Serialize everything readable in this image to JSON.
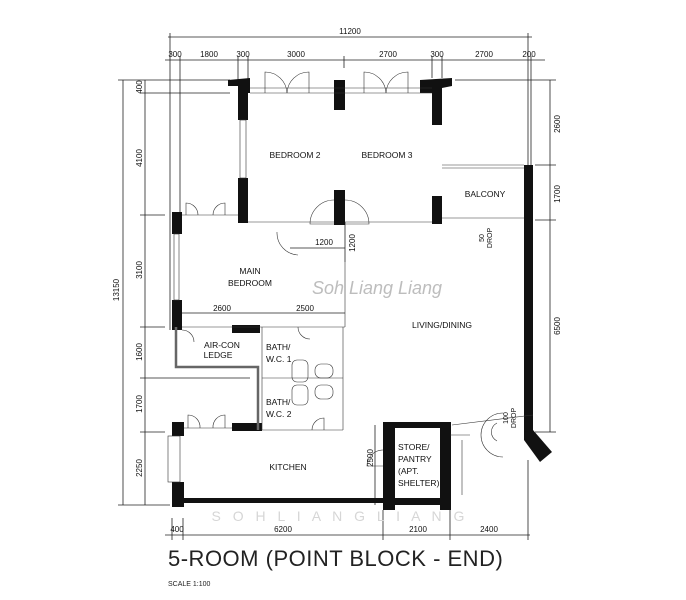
{
  "title": "5-ROOM (POINT BLOCK - END)",
  "scale": "SCALE  1:100",
  "watermark": {
    "main": "Soh Liang Liang",
    "spaced": "S O H     L I A N G     L I A N G"
  },
  "dimensions": {
    "overall_width": "11200",
    "top": [
      "300",
      "1800",
      "300",
      "3000",
      "2700",
      "300",
      "2700",
      "200"
    ],
    "overall_height": "13150",
    "left": [
      "400",
      "4100",
      "3100",
      "1600",
      "1700",
      "2250"
    ],
    "right": [
      "2600",
      "1700",
      "6500"
    ],
    "bottom": [
      "400",
      "6200",
      "2100",
      "2400"
    ],
    "interior": {
      "door_w": "1200",
      "door_h": "1200",
      "mb_left": "2600",
      "mb_right": "2500",
      "store": "2500"
    }
  },
  "rooms": {
    "bedroom2": "BEDROOM 2",
    "bedroom3": "BEDROOM 3",
    "balcony": "BALCONY",
    "main_bedroom": [
      "MAIN",
      "BEDROOM"
    ],
    "living": "LIVING/DINING",
    "aircon": [
      "AIR-CON",
      "LEDGE"
    ],
    "bath1": [
      "BATH/",
      "W.C. 1"
    ],
    "bath2": [
      "BATH/",
      "W.C. 2"
    ],
    "kitchen": "KITCHEN",
    "store": [
      "STORE/",
      "PANTRY",
      "(APT.",
      "SHELTER)"
    ],
    "drop50": [
      "50",
      "DROP"
    ],
    "drop100": [
      "100",
      "DROP"
    ]
  }
}
